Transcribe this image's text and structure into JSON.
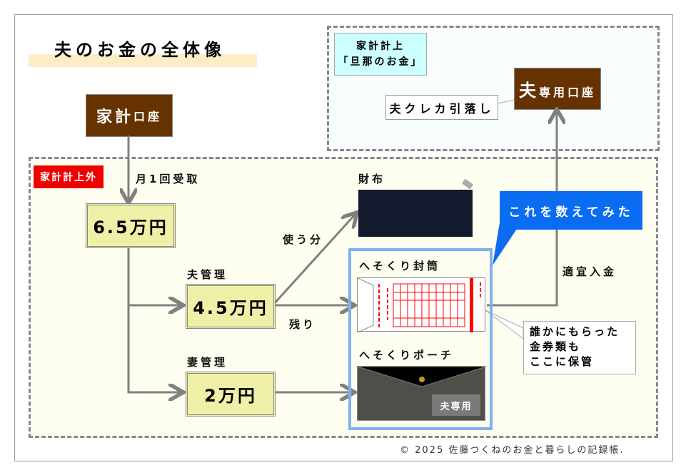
{
  "title": "夫のお金の全体像",
  "top_area": {
    "label_line1": "家計計上",
    "label_line2": "「旦那のお金」",
    "account": "夫専用口座",
    "account_big": "夫",
    "account_rest": "専用口座",
    "credit_note": "夫クレカ引落し"
  },
  "bottom_area": {
    "label": "家計計上外"
  },
  "household_account": {
    "big": "家計",
    "rest": "口座"
  },
  "monthly": "月1回受取",
  "total": "6.5万円",
  "husband": {
    "label": "夫管理",
    "amount": "4.5万円"
  },
  "wife": {
    "label": "妻管理",
    "amount": "2万円"
  },
  "use_label": "使う分",
  "remain_label": "残り",
  "wallet": "財布",
  "envelope": "へそくり封筒",
  "pouch": "へそくりポーチ",
  "pouch_tag": "夫専用",
  "deposit": "適宜入金",
  "callout": "これを数えてみた",
  "note_lines": [
    "誰かにもらった",
    "金券類も",
    "ここに保管"
  ],
  "copyright": "© 2025 佐藤つくねのお金と暮らしの記録帳.",
  "colors": {
    "brown": "#663300",
    "accent": "#0a6cf0",
    "yellow": "#eef0a8",
    "red": "#ee0000"
  }
}
